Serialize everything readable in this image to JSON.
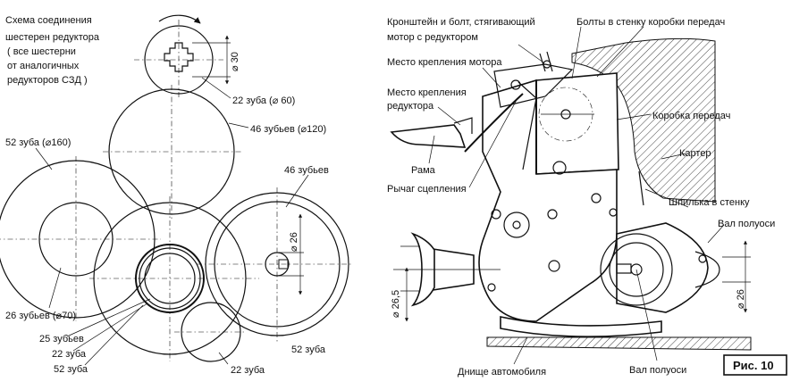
{
  "left": {
    "title": [
      "Схема соединения",
      "шестерен редуктора",
      "( все шестерни",
      "от аналогичных",
      "редукторов  СЗД )"
    ],
    "labels": {
      "g22_60": "22 зуба (⌀ 60)",
      "g46_120": "46 зубьев (⌀120)",
      "g52_160": "52 зуба (⌀160)",
      "g46": "46 зубьев",
      "g26_70": "26 зубьев (⌀70)",
      "g25": "25 зубьев",
      "g22_a": "22 зуба",
      "g52_a": "52 зуба",
      "g52_b": "52 зуба",
      "g22_b": "22 зуба"
    },
    "dims": {
      "d30": "⌀ 30",
      "d26": "⌀ 26"
    }
  },
  "right": {
    "labels": {
      "bracket": [
        "Кронштейн и болт, стягивающий",
        "мотор с редуктором"
      ],
      "bolts": "Болты в стенку коробки передач",
      "motor_mount": "Место крепления мотора",
      "reducer_mount": [
        "Место крепления",
        "редуктора"
      ],
      "gearbox": "Коробка передач",
      "frame": "Рама",
      "crankcase": "Картер",
      "clutch": "Рычаг сцепления",
      "stud": "Шпилька в стенку",
      "half_axle_top": "Вал полуоси",
      "car_bottom": "Днище автомобиля",
      "half_axle_bottom": "Вал полуоси"
    },
    "dims": {
      "d26_5": "⌀ 26,5",
      "d26": "⌀ 26"
    }
  },
  "figure_label": "Рис. 10"
}
